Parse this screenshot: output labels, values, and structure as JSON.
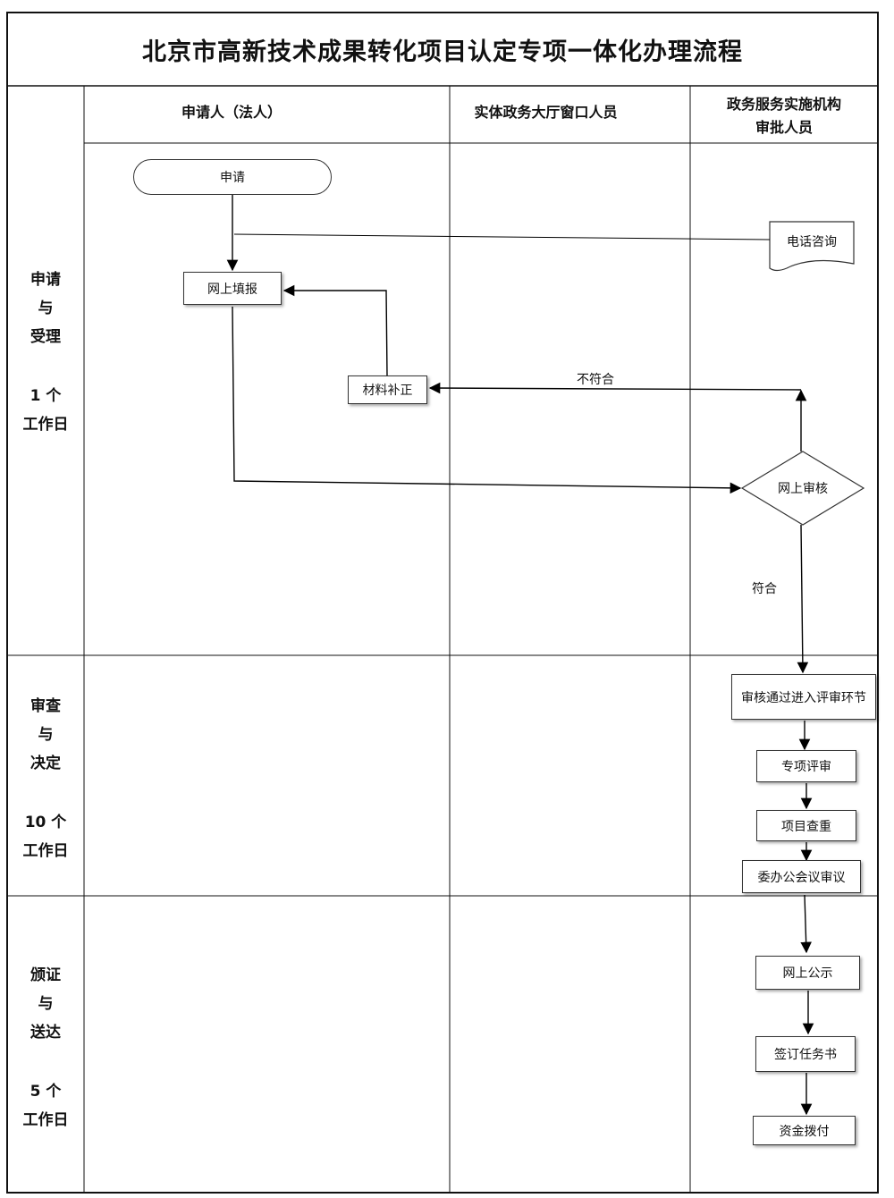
{
  "title": "北京市高新技术成果转化项目认定专项一体化办理流程",
  "columns": {
    "applicant": "申请人（法人）",
    "window_staff": "实体政务大厅窗口人员",
    "approval_line1": "政务服务实施机构",
    "approval_line2": "审批人员"
  },
  "phases": [
    {
      "name_line1": "申请",
      "name_line2": "与",
      "name_line3": "受理",
      "days_line1": "1 个",
      "days_line2": "工作日"
    },
    {
      "name_line1": "审查",
      "name_line2": "与",
      "name_line3": "决定",
      "days_line1": "10 个",
      "days_line2": "工作日"
    },
    {
      "name_line1": "颁证",
      "name_line2": "与",
      "name_line3": "送达",
      "days_line1": "5 个",
      "days_line2": "工作日"
    }
  ],
  "nodes": {
    "apply": "申请",
    "online_fill": "网上填报",
    "phone": "电话咨询",
    "supplement": "材料补正",
    "online_review": "网上审核",
    "pass_review": "审核通过进入评审环节",
    "special_review": "专项评审",
    "duplicate_check": "项目查重",
    "committee": "委办公会议审议",
    "publicity": "网上公示",
    "sign_task": "签订任务书",
    "funding": "资金拨付"
  },
  "edge_labels": {
    "not_ok": "不符合",
    "ok": "符合"
  }
}
